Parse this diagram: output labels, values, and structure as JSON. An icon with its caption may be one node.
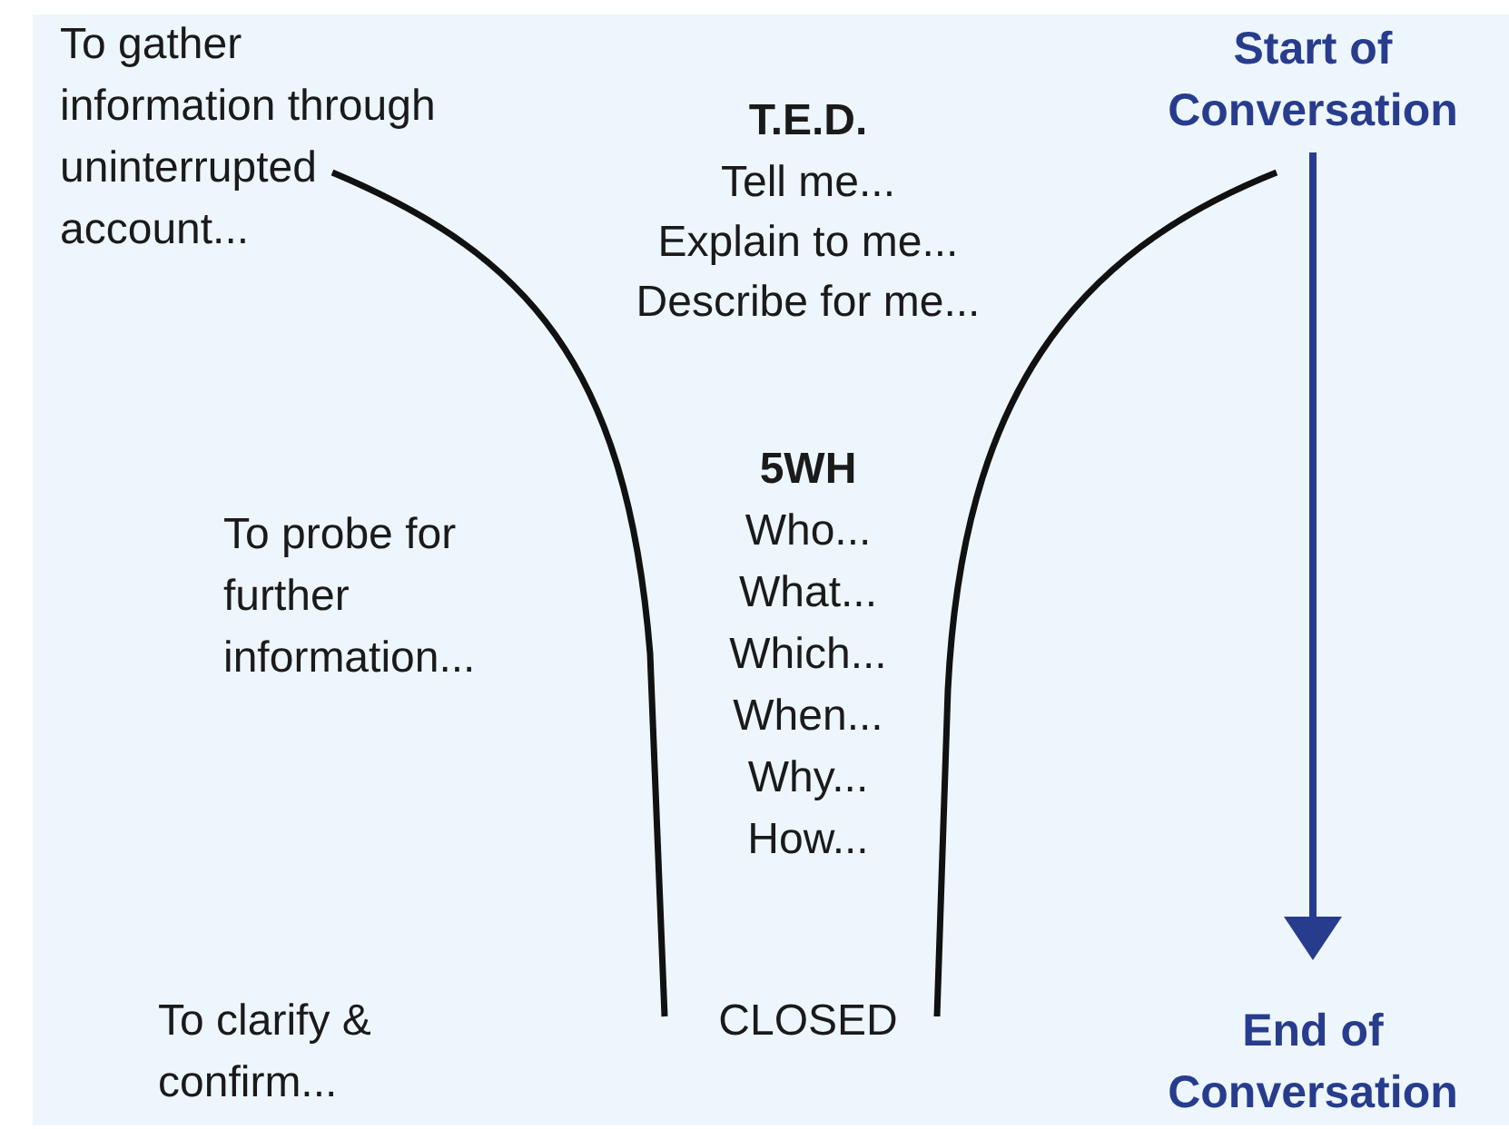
{
  "diagram": {
    "nodes": [
      {
        "text": [
          "Start of Conversation"
        ]
      },
      {
        "text": [
          "End of Conversation"
        ]
      }
    ],
    "edges": [
      {
        "from": 0,
        "to": 1,
        "arrow": "to"
      }
    ],
    "labels": [
      "To gather information through uninterrupted account...",
      "T.E.D.",
      "Tell me...",
      "Explain to me...",
      "Describe for me...",
      "5WH",
      "Who...",
      "What...",
      "Which...",
      "When...",
      "Why...",
      "How...",
      "To probe for further information...",
      "To clarify & confirm...",
      "CLOSED"
    ]
  }
}
